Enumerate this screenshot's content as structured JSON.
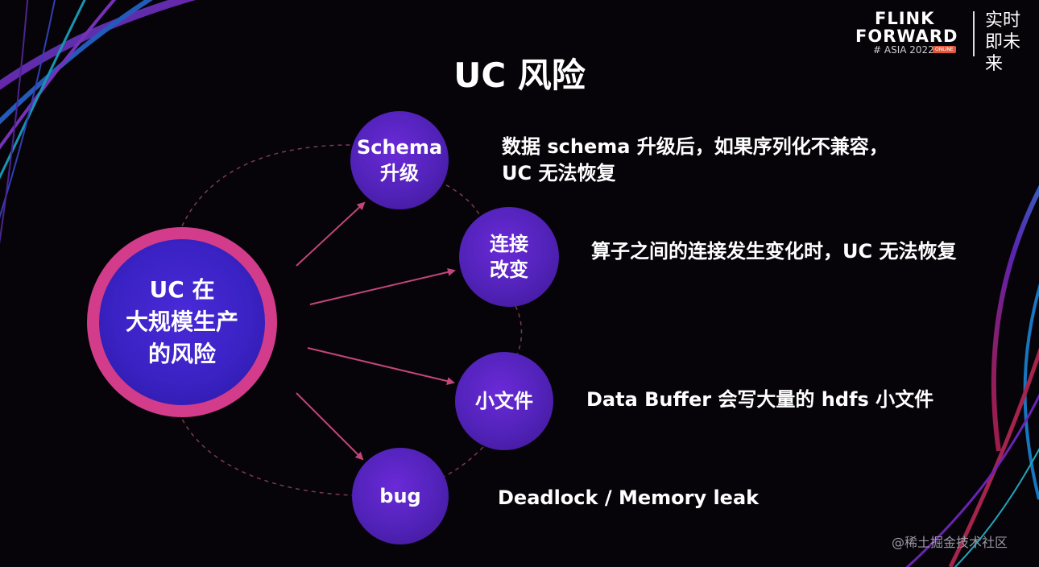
{
  "logo": {
    "line1": "FLINK",
    "line2": "FORWARD",
    "edition": "# ASIA 2022",
    "badge": "ONLINE",
    "motto": "实时即未来"
  },
  "title": "UC 风险",
  "center_node": {
    "line1": "UC 在",
    "line2": "大规模生产",
    "line3": "的风险"
  },
  "risks": [
    {
      "node_line1": "Schema",
      "node_line2": "升级",
      "desc_line1": "数据 schema 升级后，如果序列化不兼容，",
      "desc_line2": "UC 无法恢复"
    },
    {
      "node_line1": "连接",
      "node_line2": "改变",
      "desc_line1": "算子之间的连接发生变化时，UC 无法恢复",
      "desc_line2": ""
    },
    {
      "node_line1": "小文件",
      "node_line2": "",
      "desc_line1": "Data Buffer 会写大量的 hdfs 小文件",
      "desc_line2": ""
    },
    {
      "node_line1": "bug",
      "node_line2": "",
      "desc_line1": "Deadlock / Memory leak",
      "desc_line2": ""
    }
  ],
  "watermark": "@稀土掘金技术社区",
  "colors": {
    "background": "#060409",
    "center_ring": "#d23c8a",
    "node_fill": "#5122b8",
    "arrow": "#c2467a",
    "dashed_arc": "#7a3a55"
  }
}
